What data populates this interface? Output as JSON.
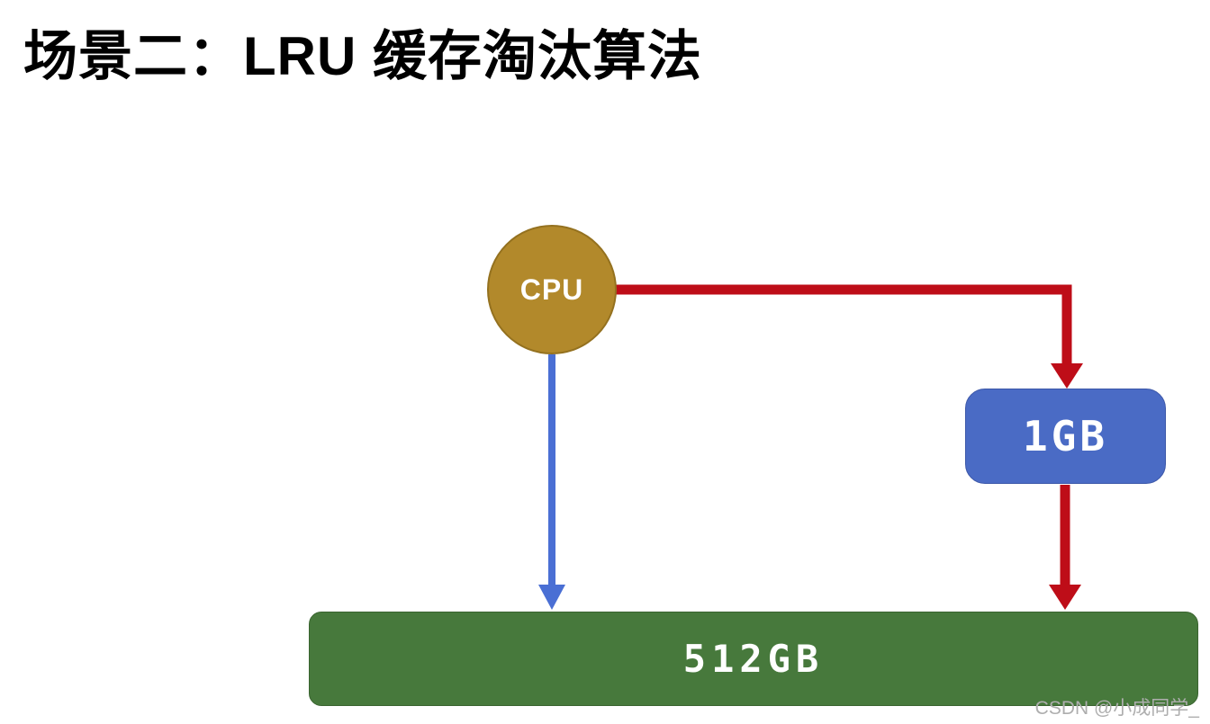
{
  "title": "场景二：LRU 缓存淘汰算法",
  "diagram": {
    "nodes": {
      "cpu": {
        "label": "CPU",
        "color": "#b2892b"
      },
      "cache": {
        "label": "1GB",
        "color": "#4a6bc5"
      },
      "memory": {
        "label": "512GB",
        "color": "#47793c"
      }
    },
    "colors": {
      "arrow_red": "#be0d18",
      "arrow_blue": "#4a6fd4"
    }
  },
  "watermark": "CSDN @小成同学_"
}
